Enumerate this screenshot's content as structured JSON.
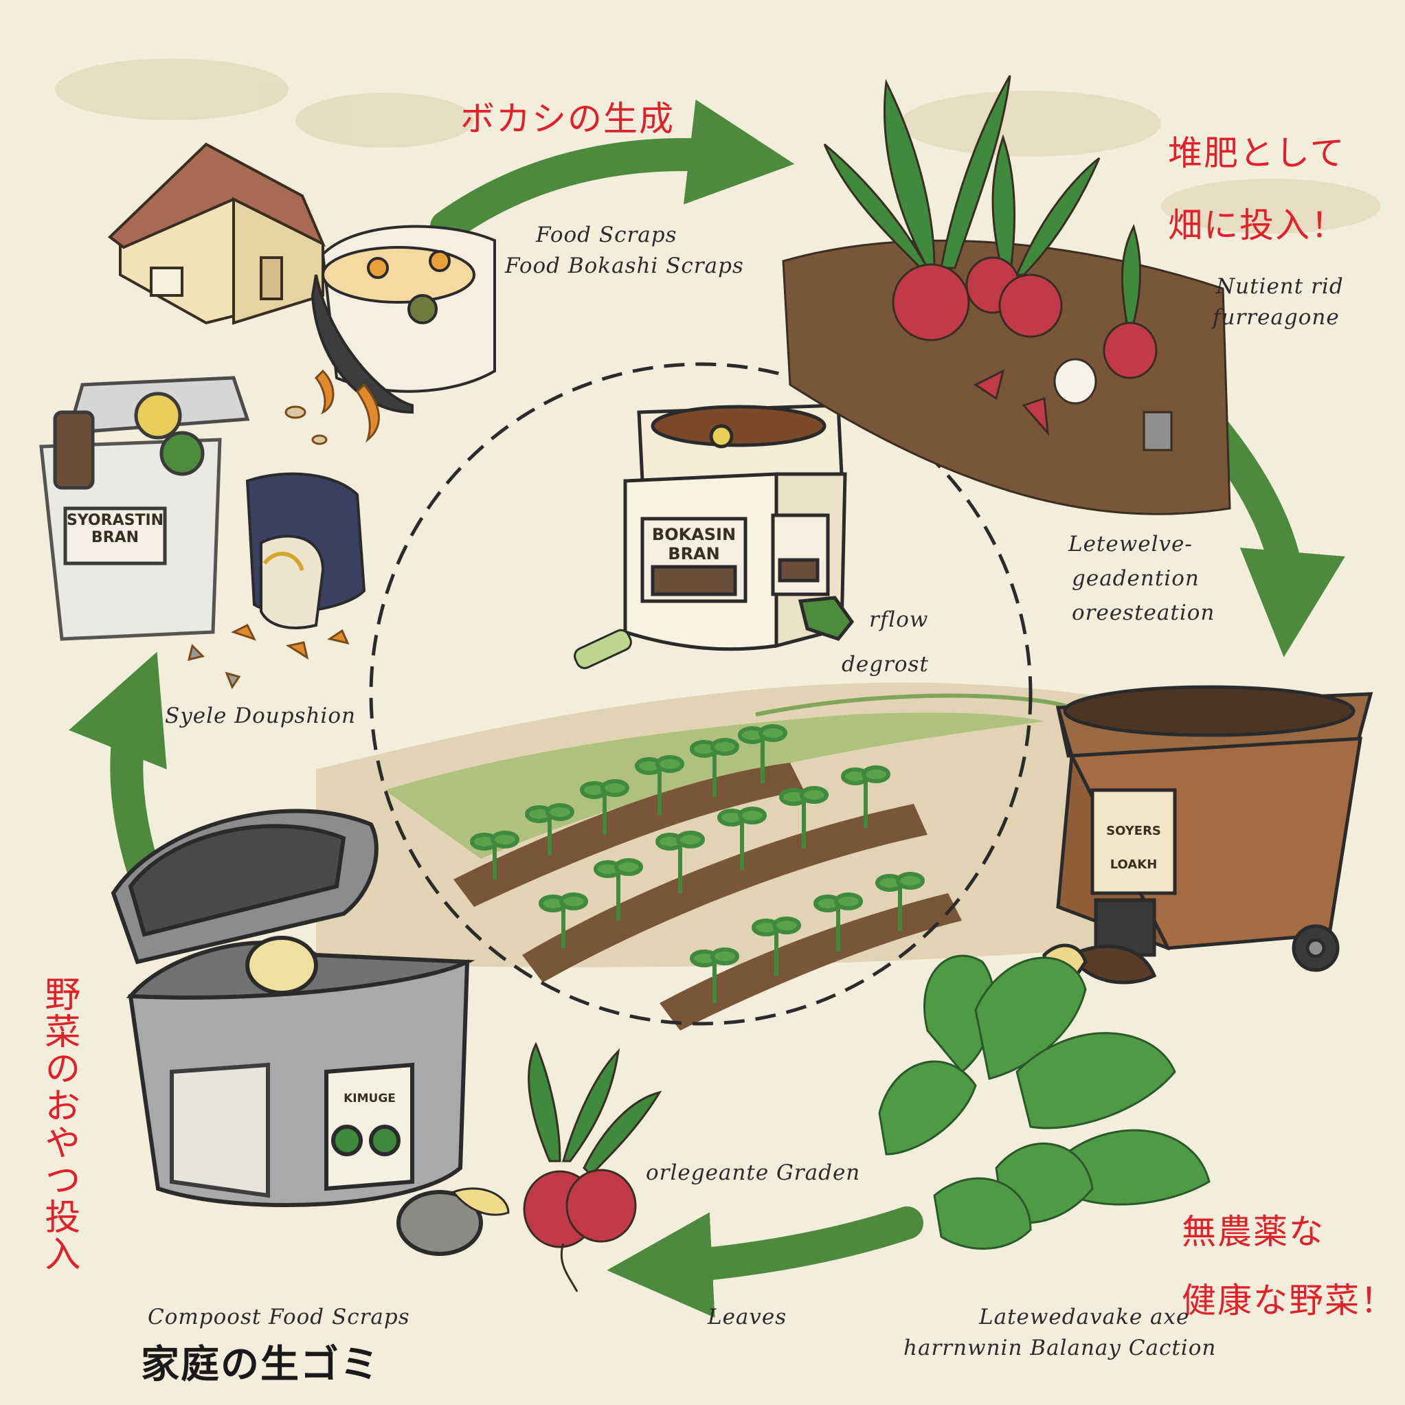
{
  "captions_jp": {
    "top_arrow": "ボカシの生成",
    "top_right_line1": "堆肥として",
    "top_right_line2": "畑に投入！",
    "left_vertical": "野菜のおやつ投入",
    "bottom_right_line1": "無農薬な",
    "bottom_right_line2": "健康な野菜！",
    "bottom_left_title": "家庭の生ゴミ"
  },
  "captions_en": {
    "food_scraps": "Food Scraps",
    "food_bokashi_scraps": "Food Bokashi Scraps",
    "nutrient_line1": "Nutient rid",
    "nutrient_line2": "furreagone",
    "letewelve_line1": "Letewelve-",
    "letewelve_line2": "geadention",
    "letewelve_line3": "oreesteation",
    "rflow": "rflow",
    "degrost": "degrost",
    "syele": "Syele Doupshion",
    "orlegeante": "orlegeante Graden",
    "leaves": "Leaves",
    "compost_food_scraps": "Compoost Food Scraps",
    "latewed_line1": "Latewedavake axe",
    "latewed_line2": "harrnwnin Balanay Caction"
  },
  "bin_labels": {
    "clear_bin_line1": "SYORASTIN",
    "clear_bin_line2": "BRAN",
    "bokashi_jar_line1": "BOKASIN",
    "bokashi_jar_line2": "BRAN",
    "brown_bin_line1": "SOYERS",
    "brown_bin_line2": "LOAKH",
    "grey_bin": "KIMUGE"
  },
  "colors": {
    "arrow": "#4e8a3e",
    "soil": "#7a5638",
    "radish": "#c23a4a",
    "leaf": "#3f8a3c",
    "background": "#f3eedb",
    "japanese_red": "#e0202a"
  }
}
